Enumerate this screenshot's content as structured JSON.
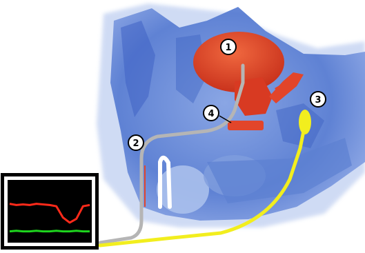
{
  "markers": [
    {
      "id": "1",
      "label": "1"
    },
    {
      "id": "2",
      "label": "2"
    },
    {
      "id": "3",
      "label": "3"
    },
    {
      "id": "4",
      "label": "4"
    }
  ],
  "colors": {
    "background": "#ffffff",
    "tissue_light": "#aac0ec",
    "tissue_mid": "#6d8fda",
    "tissue_dark": "#3f63c4",
    "organ": "#e2452a",
    "organ_dark": "#c42e1a",
    "catheter_gray": "#b5b5b5",
    "catheter_yellow": "#f2ee1e",
    "monitor_frame": "#ffffff",
    "monitor_border": "#000000",
    "monitor_screen": "#000000",
    "trace_red": "#ff2a1a",
    "trace_green": "#1ed61e"
  },
  "monitor": {
    "red_trace": [
      0.62,
      0.6,
      0.61,
      0.6,
      0.62,
      0.61,
      0.6,
      0.58,
      0.4,
      0.32,
      0.38,
      0.58,
      0.6
    ],
    "green_trace": [
      0.18,
      0.19,
      0.18,
      0.18,
      0.19,
      0.18,
      0.18,
      0.19,
      0.18,
      0.18,
      0.19,
      0.18,
      0.18
    ]
  }
}
